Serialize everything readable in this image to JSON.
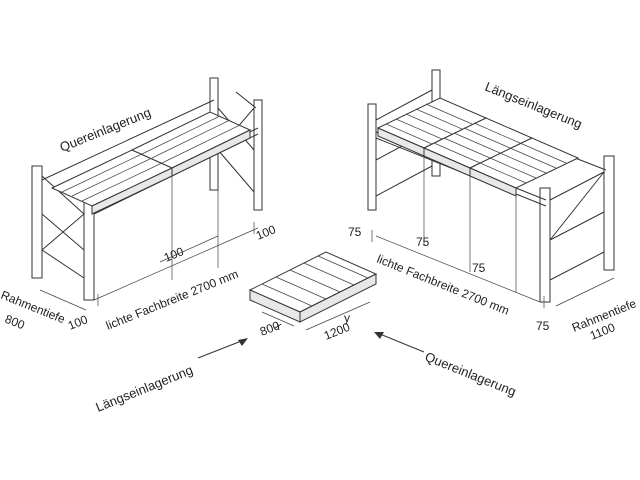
{
  "labels": {
    "quer_top": "Quereinlagerung",
    "laengs_top": "Längseinlagerung",
    "laengs_bottom": "Längseinlagerung",
    "quer_bottom": "Quereinlagerung",
    "rahmentiefe_left_1": "Rahmentiefe",
    "rahmentiefe_left_2": "800",
    "rahmentiefe_right_1": "Rahmentiefe",
    "rahmentiefe_right_2": "1100",
    "fachbreite_left": "lichte Fachbreite 2700 mm",
    "fachbreite_right": "lichte Fachbreite 2700 mm",
    "dim_100_left": "100",
    "dim_100_mid": "100",
    "dim_100_right": "100",
    "dim_75_a": "75",
    "dim_75_b": "75",
    "dim_75_c": "75",
    "dim_75_d": "75",
    "pallet_x": "x",
    "pallet_y": "y",
    "pallet_800": "800",
    "pallet_1200": "1200"
  },
  "colors": {
    "line": "#333333",
    "background": "#ffffff"
  }
}
